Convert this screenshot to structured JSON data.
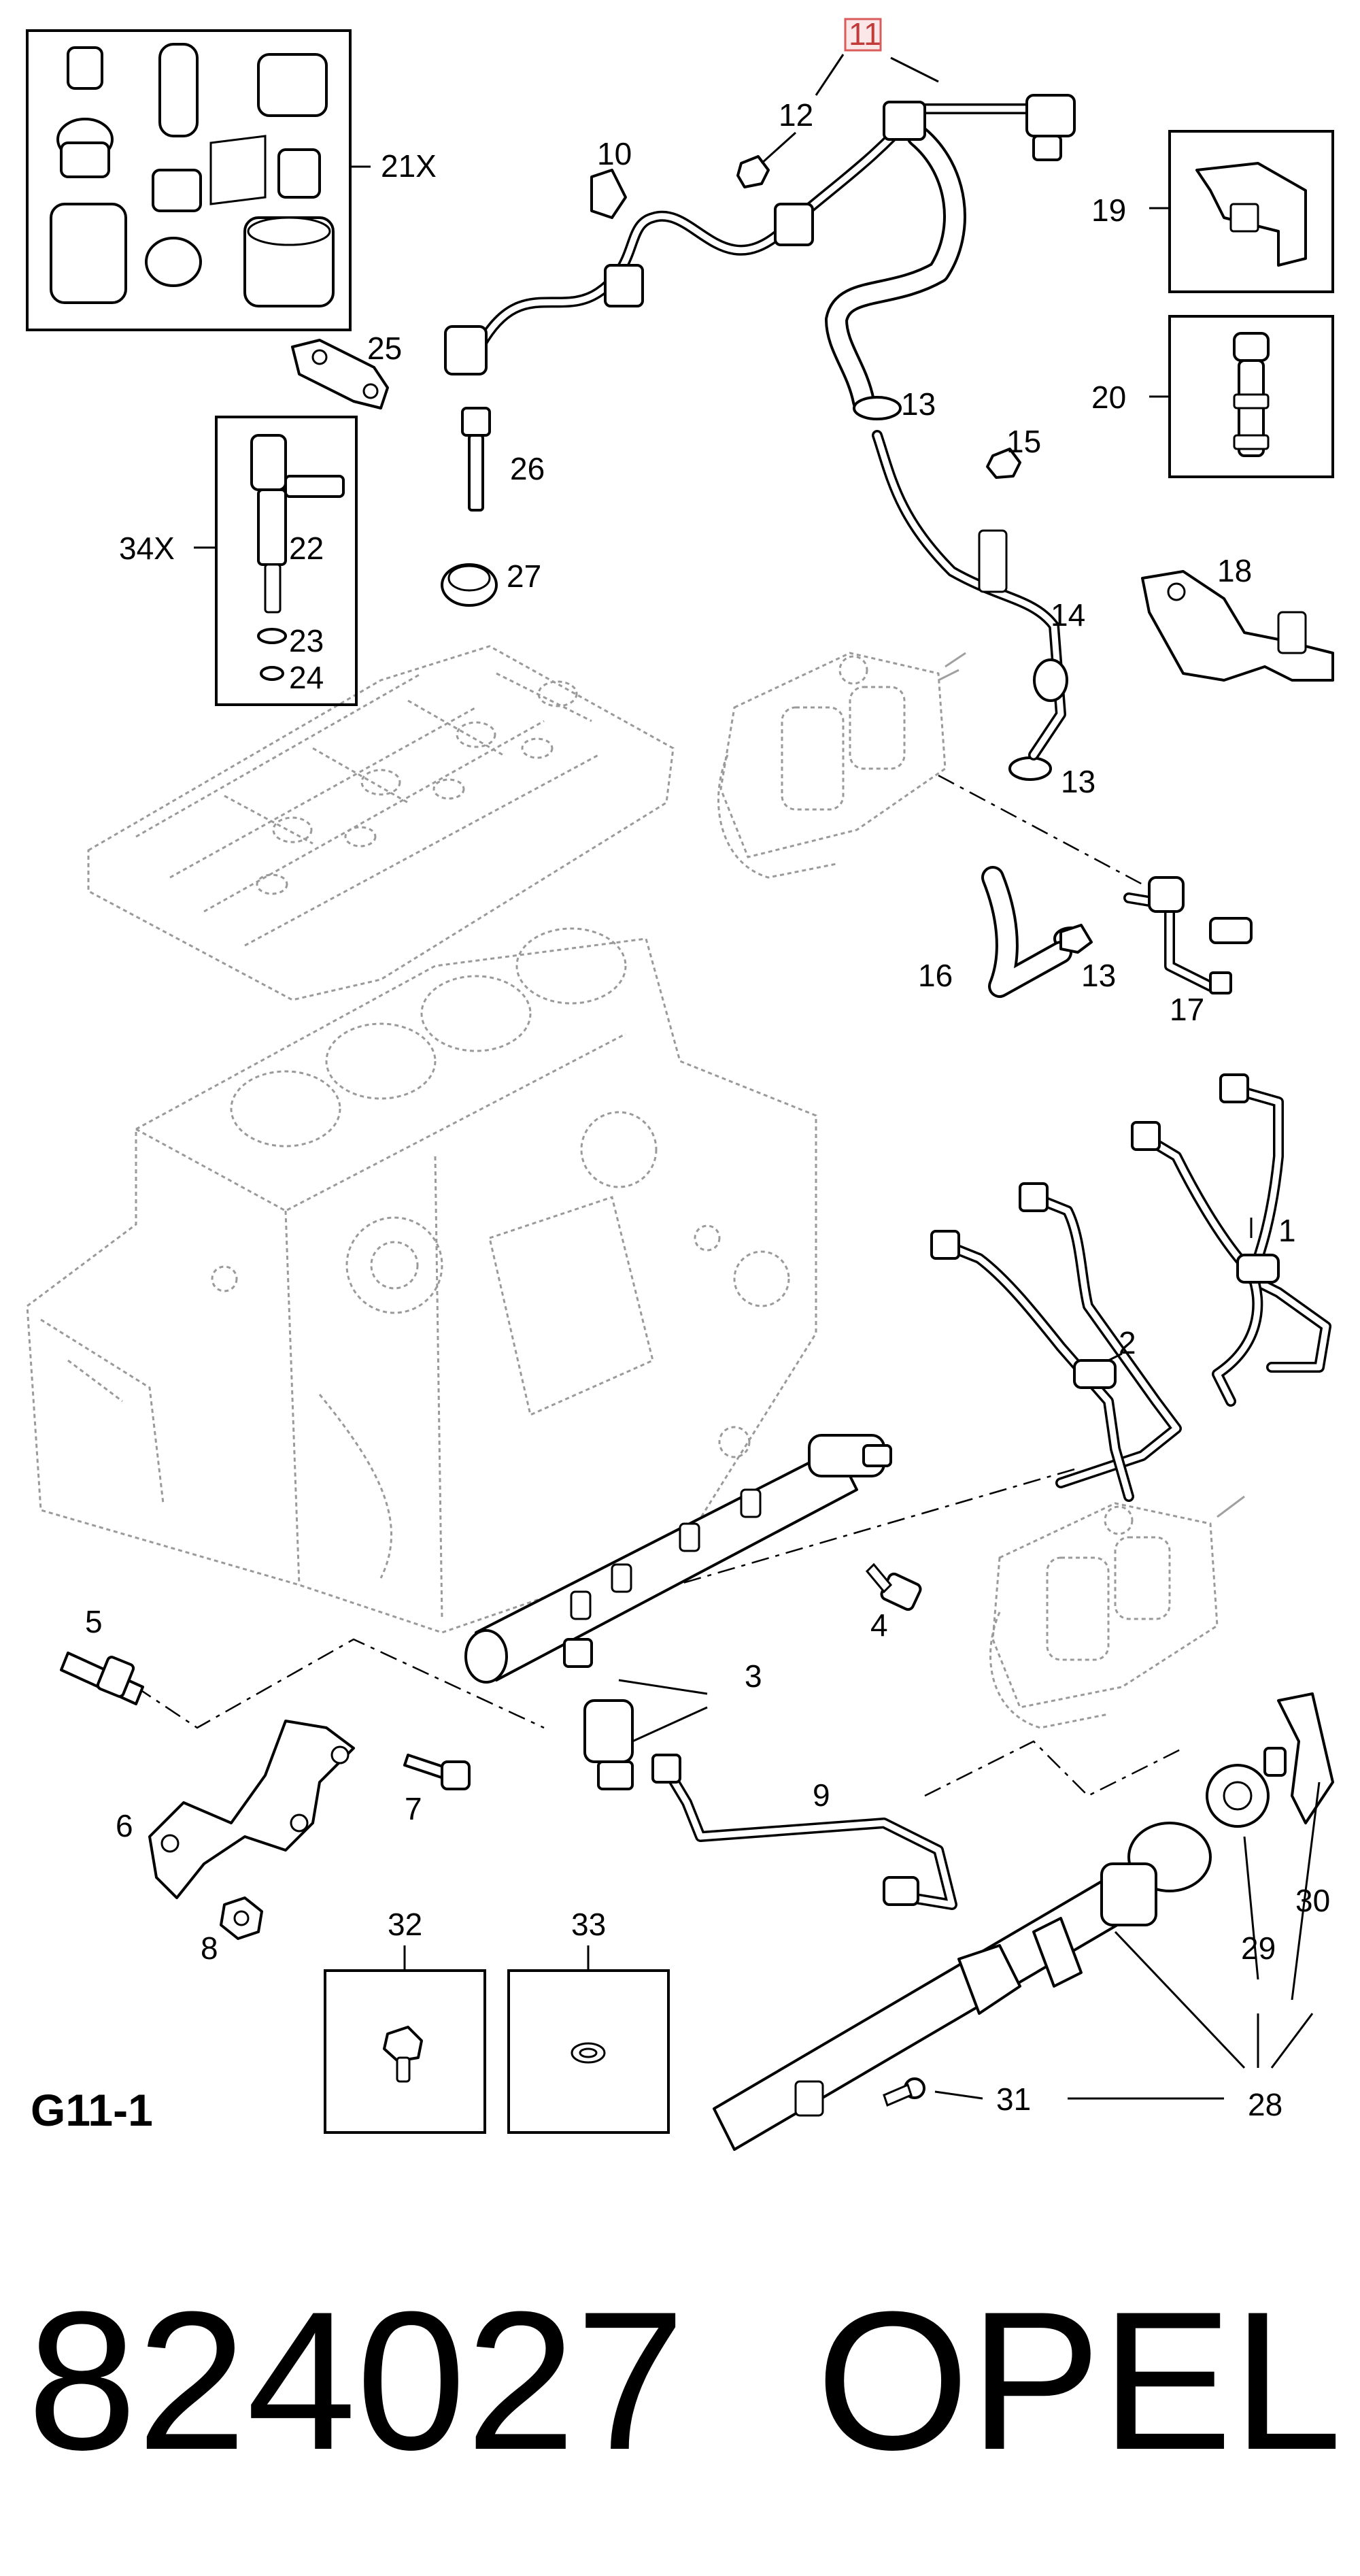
{
  "diagram": {
    "group_code": "G11-1",
    "part_number": "824027",
    "brand": "OPEL",
    "highlighted_callout": "11",
    "highlight_color": "#e8a0a0",
    "callouts": {
      "c1": "1",
      "c2": "2",
      "c3": "3",
      "c4": "4",
      "c5": "5",
      "c6": "6",
      "c7": "7",
      "c8": "8",
      "c9": "9",
      "c10": "10",
      "c11": "11",
      "c12": "12",
      "c13a": "13",
      "c13b": "13",
      "c13c": "13",
      "c14": "14",
      "c15": "15",
      "c16": "16",
      "c17": "17",
      "c18": "18",
      "c19": "19",
      "c20": "20",
      "c21": "21X",
      "c22": "22",
      "c23": "23",
      "c24": "24",
      "c25": "25",
      "c26": "26",
      "c27": "27",
      "c28": "28",
      "c29": "29",
      "c30": "30",
      "c31": "31",
      "c32": "32",
      "c33": "33",
      "c34": "34X"
    }
  }
}
